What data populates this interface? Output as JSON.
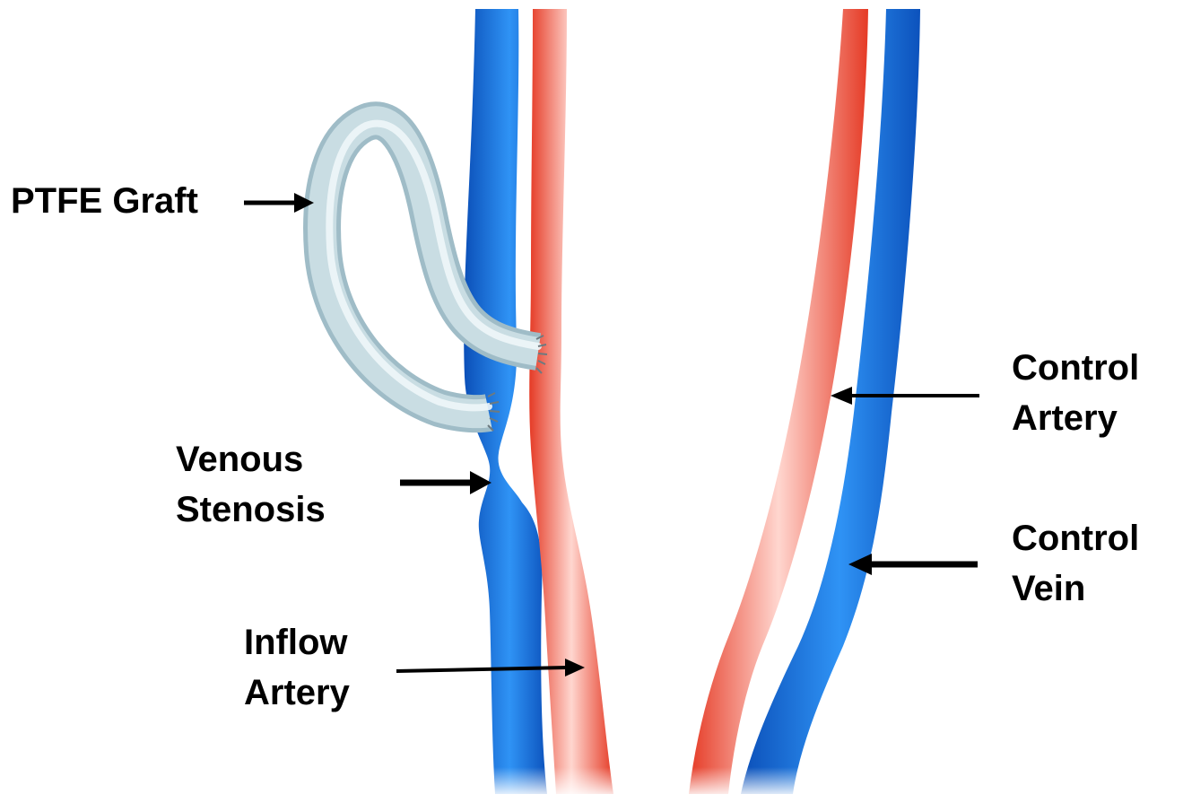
{
  "labels": {
    "ptfe_graft": "PTFE Graft",
    "venous_stenosis": [
      "Venous",
      "Stenosis"
    ],
    "inflow_artery": [
      "Inflow",
      "Artery"
    ],
    "control_artery": [
      "Control",
      "Artery"
    ],
    "control_vein": [
      "Control",
      "Vein"
    ]
  },
  "colors": {
    "vein": "#1466d8",
    "vein_highlight": "#3aa8ff",
    "artery": "#e8422e",
    "artery_highlight": "#ffd0c8",
    "graft": "#b9d0d8",
    "graft_highlight": "#eef6f8",
    "arrow": "#000000"
  }
}
